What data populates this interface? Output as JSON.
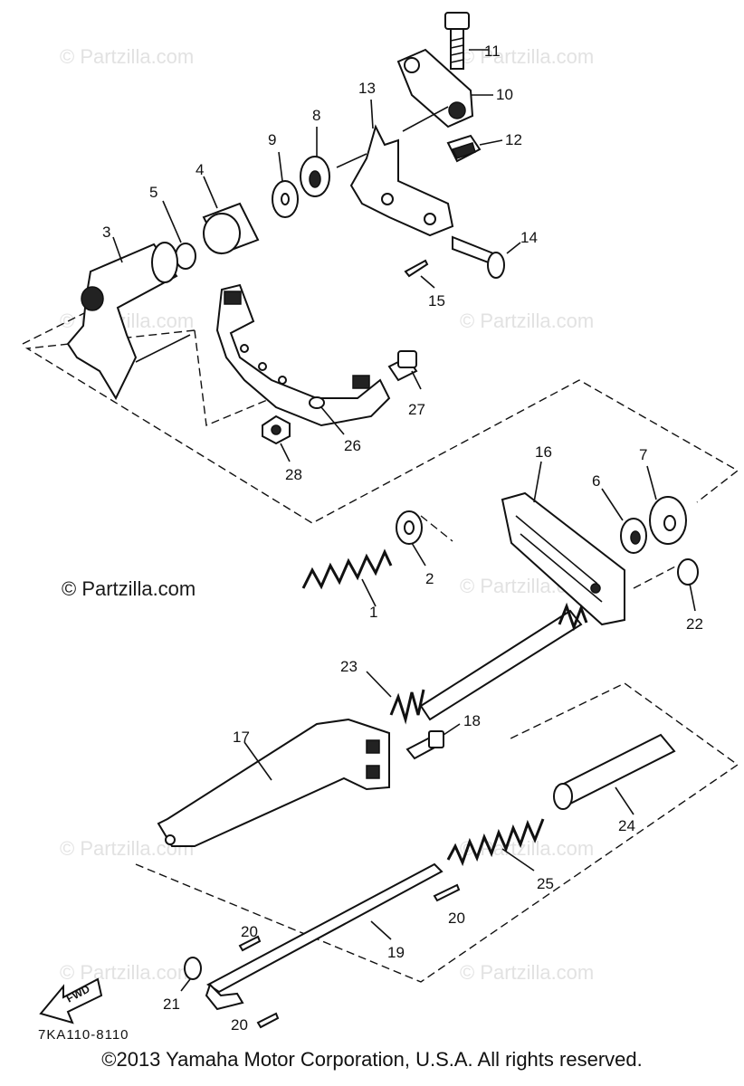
{
  "watermarks": [
    "© Partzilla.com",
    "© Partzilla.com",
    "© Partzilla.com",
    "© Partzilla.com",
    "© Partzilla.com",
    "© Partzilla.com",
    "© Partzilla.com",
    "© Partzilla.com",
    "© Partzilla.com"
  ],
  "watermark_prominent": "© Partzilla.com",
  "callouts": {
    "p1": "1",
    "p2": "2",
    "p3": "3",
    "p4": "4",
    "p5": "5",
    "p6": "6",
    "p7": "7",
    "p8": "8",
    "p9": "9",
    "p10": "10",
    "p11": "11",
    "p12": "12",
    "p13": "13",
    "p14": "14",
    "p15": "15",
    "p16": "16",
    "p17": "17",
    "p18": "18",
    "p19": "19",
    "p20a": "20",
    "p20b": "20",
    "p20c": "20",
    "p21": "21",
    "p22": "22",
    "p23": "23",
    "p24": "24",
    "p25": "25",
    "p26": "26",
    "p27": "27",
    "p28": "28"
  },
  "fwd_label": "FWD",
  "diagram_code": "7KA110-8110",
  "copyright": "©2013 Yamaha Motor Corporation, U.S.A. All rights reserved."
}
